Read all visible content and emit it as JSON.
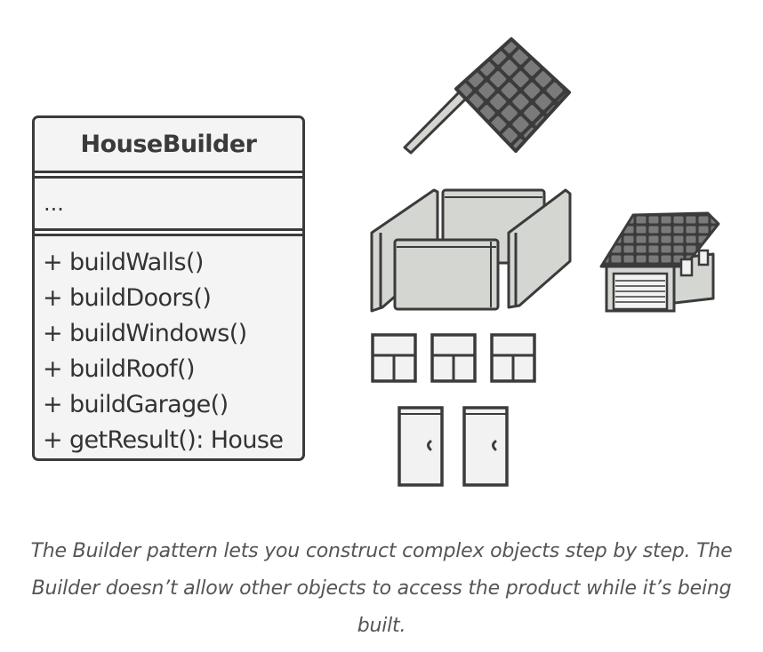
{
  "uml": {
    "class_name": "HouseBuilder",
    "fields": "...",
    "methods": [
      "+ buildWalls()",
      "+ buildDoors()",
      "+ buildWindows()",
      "+ buildRoof()",
      "+ buildGarage()",
      "+ getResult(): House"
    ]
  },
  "illustration": {
    "parts": [
      "roof-icon",
      "walls-icon",
      "garage-icon",
      "window-icon",
      "door-icon"
    ],
    "colors": {
      "outline": "#3b3b3b",
      "roof_tile": "#7a7a7a",
      "wall": "#d4d6d2",
      "light": "#f2f2f2"
    }
  },
  "caption": "The Builder pattern lets you construct complex objects step by step. The Builder doesn’t allow other objects to access the product while it’s being built."
}
